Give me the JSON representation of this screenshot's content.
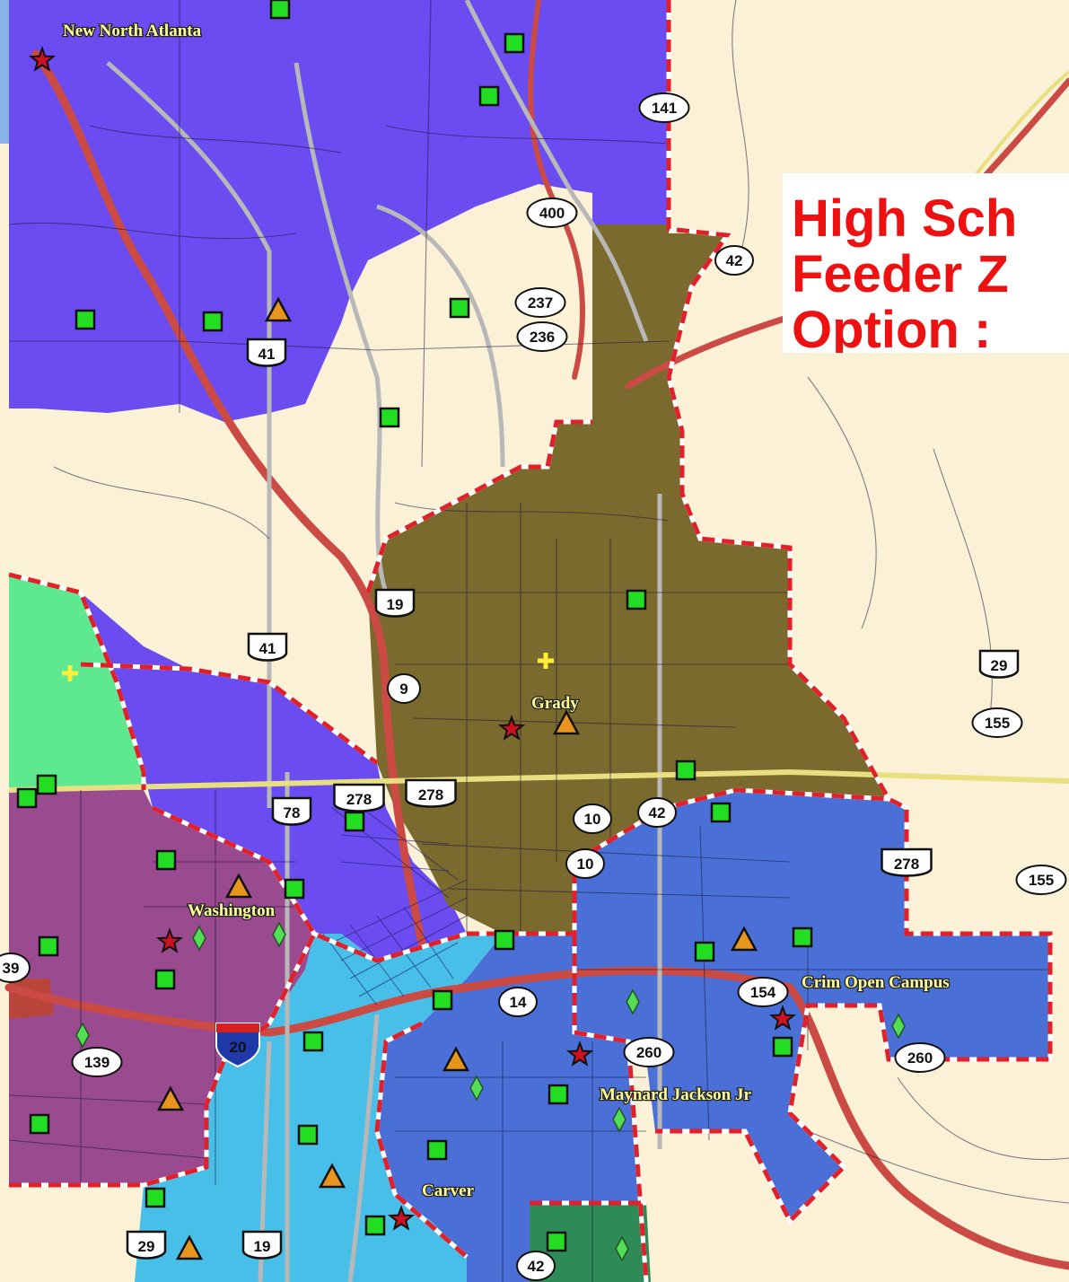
{
  "map_title": {
    "line1": "High Sch",
    "line2": "Feeder Z",
    "line3": "Option :"
  },
  "cluster_labels": [
    {
      "id": "new-north-atlanta",
      "text": "New North Atlanta"
    },
    {
      "id": "grady",
      "text": "Grady"
    },
    {
      "id": "washington",
      "text": "Washington"
    },
    {
      "id": "crim-open-campus",
      "text": "Crim Open Campus"
    },
    {
      "id": "maynard-jackson",
      "text": "Maynard Jackson Jr"
    },
    {
      "id": "carver",
      "text": "Carver"
    }
  ],
  "route_shields": [
    {
      "id": "141",
      "text": "141"
    },
    {
      "id": "400",
      "text": "400"
    },
    {
      "id": "237",
      "text": "237"
    },
    {
      "id": "236",
      "text": "236"
    },
    {
      "id": "41-north",
      "text": "41"
    },
    {
      "id": "42-north",
      "text": "42"
    },
    {
      "id": "19-north",
      "text": "19"
    },
    {
      "id": "41-mid",
      "text": "41"
    },
    {
      "id": "9",
      "text": "9"
    },
    {
      "id": "29-east",
      "text": "29"
    },
    {
      "id": "155-east",
      "text": "155"
    },
    {
      "id": "78",
      "text": "78"
    },
    {
      "id": "278-a",
      "text": "278"
    },
    {
      "id": "278-b",
      "text": "278"
    },
    {
      "id": "10-a",
      "text": "10"
    },
    {
      "id": "42-mid",
      "text": "42"
    },
    {
      "id": "10-b",
      "text": "10"
    },
    {
      "id": "278-east",
      "text": "278"
    },
    {
      "id": "155-se",
      "text": "155"
    },
    {
      "id": "14",
      "text": "14"
    },
    {
      "id": "154",
      "text": "154"
    },
    {
      "id": "260-a",
      "text": "260"
    },
    {
      "id": "260-b",
      "text": "260"
    },
    {
      "id": "39",
      "text": "39"
    },
    {
      "id": "139",
      "text": "139"
    },
    {
      "id": "20",
      "text": "20"
    },
    {
      "id": "29-sw",
      "text": "29"
    },
    {
      "id": "19-south",
      "text": "19"
    },
    {
      "id": "42-south",
      "text": "42"
    }
  ],
  "colors": {
    "north_atlanta_zone": "#6b4cf0",
    "grady_zone": "#7a6a2e",
    "washington_zone": "#9a4a8e",
    "carver_zone": "#4a70d8",
    "maynard_jackson_zone": "#4a70d8",
    "southwest_light_zone": "#48bfe8",
    "west_green_zone": "#5ee890",
    "south_green_zone": "#2e8a57",
    "outside_district": "#fbf1d6",
    "boundary": "#e0202a",
    "highway": "#cc4a44",
    "major_road": "#b8b8b8",
    "title_text": "#ee1111"
  },
  "symbols": {
    "elementary_school": "green-square-icon",
    "middle_school": "orange-triangle-icon",
    "high_school": "red-star-icon",
    "other_school": "green-diamond-icon",
    "special_site": "yellow-cross-icon"
  }
}
